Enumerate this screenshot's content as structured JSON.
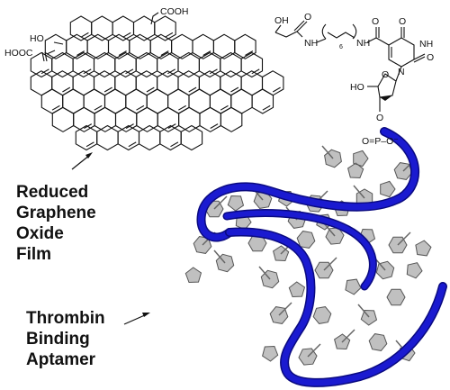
{
  "captions": {
    "rgo": [
      "Reduced",
      "Graphene",
      "Oxide",
      "Film"
    ],
    "tba": [
      "Thrombin",
      "Binding",
      "Aptamer"
    ]
  },
  "chem_labels": {
    "cooh_top": "COOH",
    "oh_left": "HO",
    "hooc_left": "HOOC",
    "oh_right": "OH",
    "amide_o1": "O",
    "nh1": "NH",
    "chain_n": "6",
    "nh2": "NH",
    "amide_o2": "O",
    "ring_o_top": "O",
    "ring_nh": "NH",
    "ring_n": "N",
    "ring_o_right": "O",
    "ho_sugar": "HO",
    "sugar_o": "O",
    "phos_o_link": "O",
    "phosphate": "O=P–O⁻"
  },
  "colors": {
    "backbone": "#1a1ad0",
    "bases": "#8c8c8c",
    "line": "#111111"
  }
}
